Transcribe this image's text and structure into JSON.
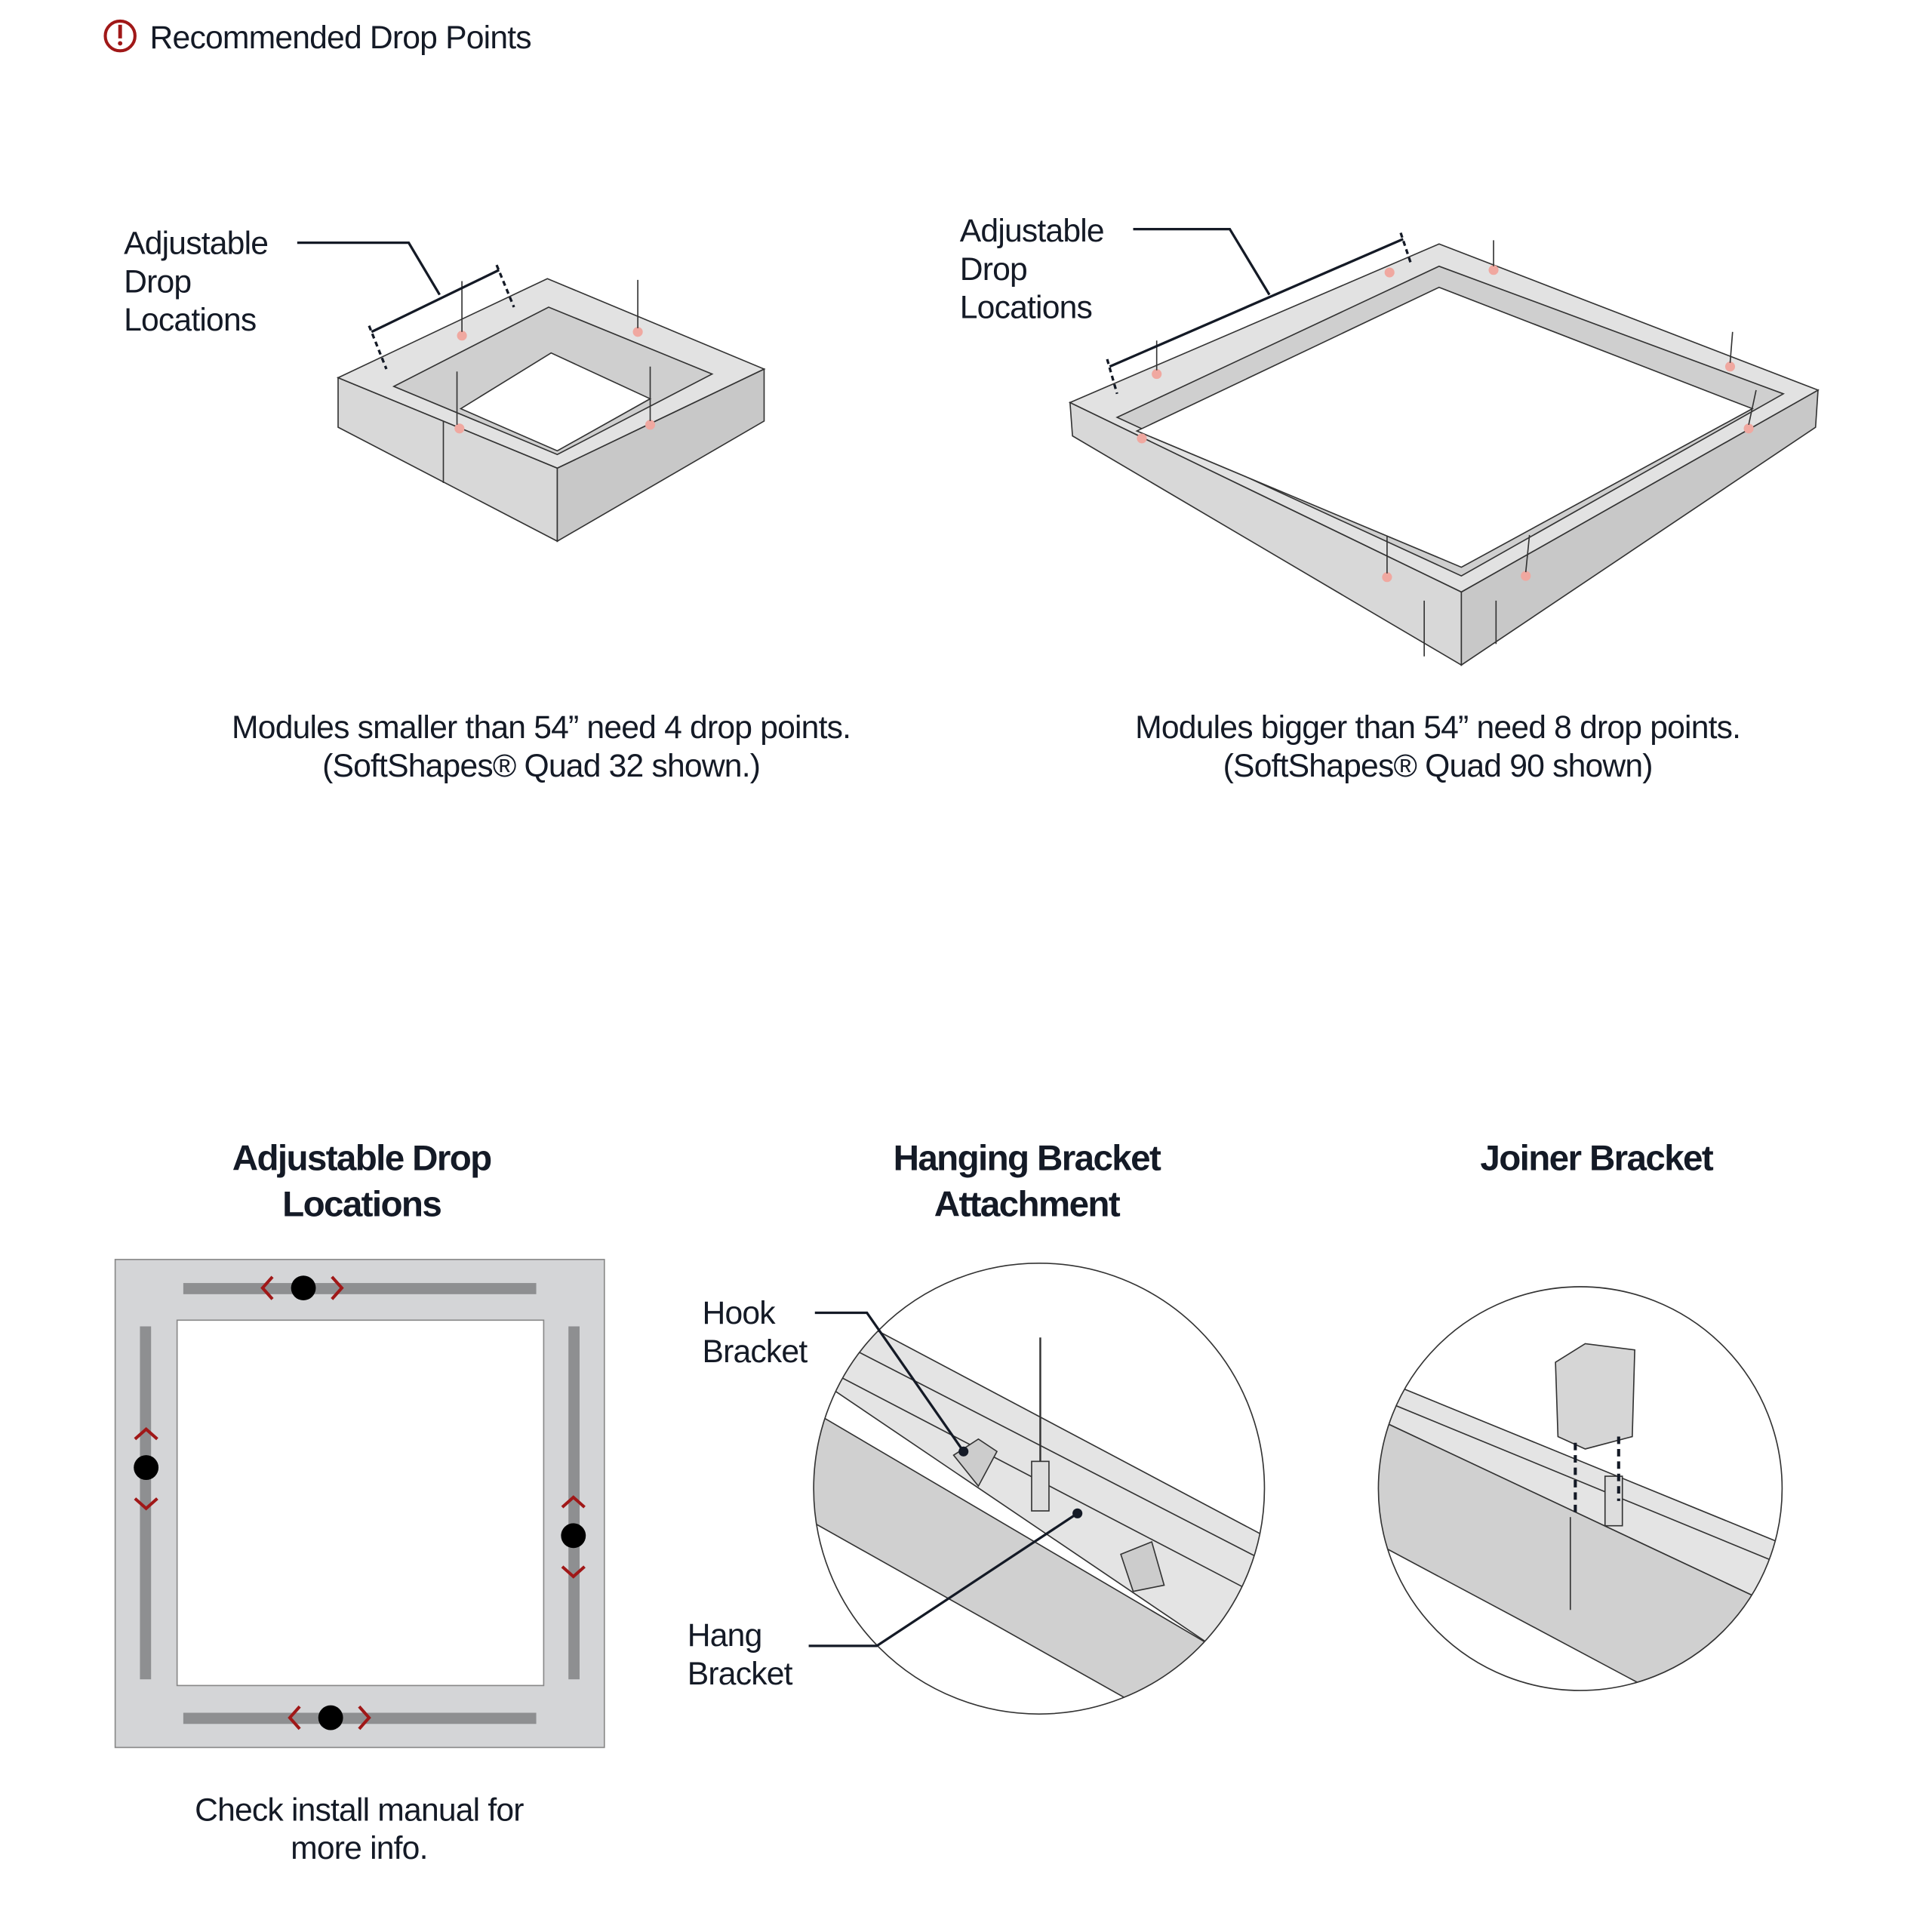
{
  "header": {
    "icon": "alert-circle-icon",
    "title": "Recommended Drop Points"
  },
  "colors": {
    "accent": "#a01818",
    "frame": "#d4d5d7",
    "rail": "#8e8f91",
    "drop_point": "#f0a8a0",
    "text": "#141a26"
  },
  "top_left": {
    "label_lines": [
      "Adjustable",
      "Drop",
      "Locations"
    ],
    "caption_lines": [
      "Modules smaller than 54” need 4 drop points.",
      "(SoftShapes® Quad 32 shown.)"
    ]
  },
  "top_right": {
    "label_lines": [
      "Adjustable",
      "Drop",
      "Locations"
    ],
    "caption_lines": [
      "Modules bigger than 54”  need 8 drop points.",
      "(SoftShapes® Quad 90 shown)"
    ]
  },
  "panels": [
    {
      "title_lines": [
        "Adjustable Drop",
        "Locations"
      ],
      "caption_lines": [
        "Check install manual for",
        "more info."
      ]
    },
    {
      "title_lines": [
        "Hanging Bracket",
        "Attachment"
      ],
      "callouts": [
        {
          "lines": [
            "Hook",
            "Bracket"
          ]
        },
        {
          "lines": [
            "Hang",
            "Bracket"
          ]
        }
      ]
    },
    {
      "title_lines": [
        "Joiner Bracket"
      ]
    }
  ]
}
